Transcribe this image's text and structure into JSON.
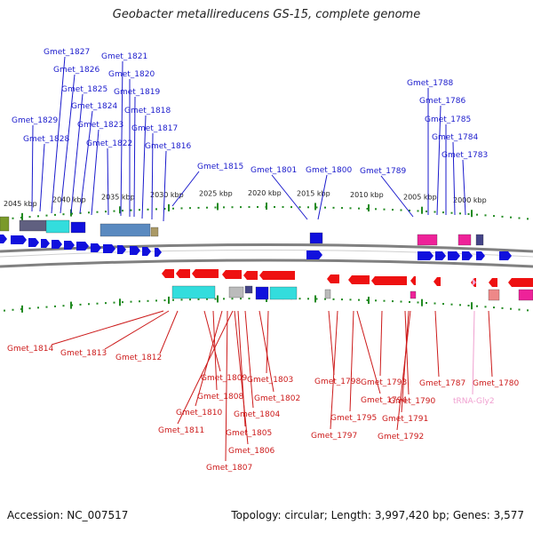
{
  "title": "Geobacter metallireducens GS-15, complete genome",
  "footer": {
    "accession": "Accession: NC_007517",
    "summary": "Topology: circular; Length: 3,997,420 bp; Genes: 3,577"
  },
  "colors": {
    "forward_label": "#1a1acc",
    "reverse_label": "#cc1a1a",
    "trna_label": "#f0a0d0",
    "tick": "#228b22",
    "backbone": "#808080",
    "forward_gene": "#1010dd",
    "reverse_gene": "#ee1111",
    "cyan_feature": "#33dddd",
    "magenta_feature": "#ee2299"
  },
  "scale_ticks": [
    "2045 kbp",
    "2040 kbp",
    "2035 kbp",
    "2030 kbp",
    "2025 kbp",
    "2020 kbp",
    "2015 kbp",
    "2010 kbp",
    "2005 kbp",
    "2000 kbp"
  ],
  "forward_labels": [
    "Gmet_1827",
    "Gmet_1826",
    "Gmet_1825",
    "Gmet_1824",
    "Gmet_1823",
    "Gmet_1822",
    "Gmet_1829",
    "Gmet_1828",
    "Gmet_1821",
    "Gmet_1820",
    "Gmet_1819",
    "Gmet_1818",
    "Gmet_1817",
    "Gmet_1816",
    "Gmet_1815",
    "Gmet_1801",
    "Gmet_1800",
    "Gmet_1789",
    "Gmet_1788",
    "Gmet_1786",
    "Gmet_1785",
    "Gmet_1784",
    "Gmet_1783"
  ],
  "reverse_labels": [
    "Gmet_1814",
    "Gmet_1813",
    "Gmet_1812",
    "Gmet_1809",
    "Gmet_1808",
    "Gmet_1810",
    "Gmet_1811",
    "Gmet_1803",
    "Gmet_1802",
    "Gmet_1804",
    "Gmet_1805",
    "Gmet_1806",
    "Gmet_1807",
    "Gmet_1798",
    "Gmet_1797",
    "Gmet_1793",
    "Gmet_1794",
    "Gmet_1795",
    "Gmet_1790",
    "Gmet_1791",
    "Gmet_1792",
    "Gmet_1787",
    "Gmet_1780",
    "tRNA-Gly2"
  ]
}
